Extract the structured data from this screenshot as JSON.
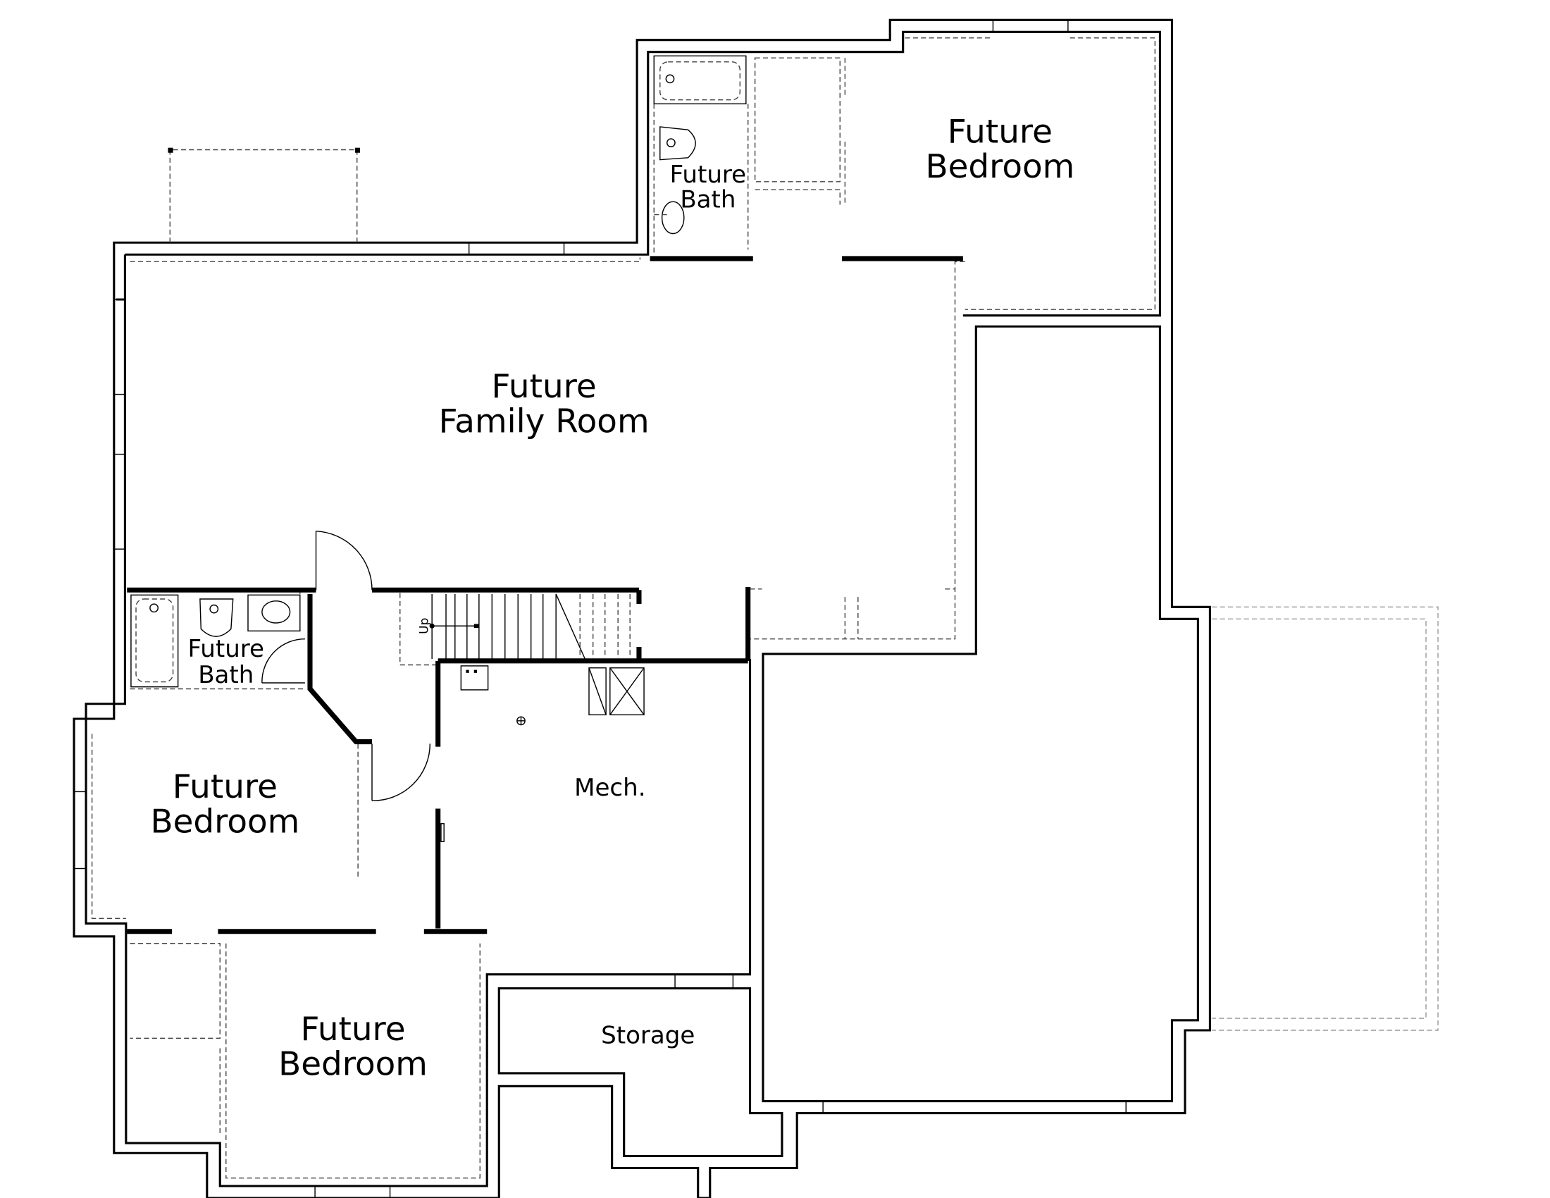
{
  "diagram": {
    "type": "floor-plan",
    "level": "basement",
    "rooms": [
      {
        "id": "family",
        "line1": "Future",
        "line2": "Family Room"
      },
      {
        "id": "bedroom_ne",
        "line1": "Future",
        "line2": "Bedroom"
      },
      {
        "id": "bath_n",
        "line1": "Future",
        "line2": "Bath"
      },
      {
        "id": "bath_w",
        "line1": "Future",
        "line2": "Bath"
      },
      {
        "id": "bedroom_w",
        "line1": "Future",
        "line2": "Bedroom"
      },
      {
        "id": "bedroom_s",
        "line1": "Future",
        "line2": "Bedroom"
      },
      {
        "id": "mech",
        "line1": "Mech."
      },
      {
        "id": "storage",
        "line1": "Storage"
      }
    ],
    "stairs": {
      "label": "Up"
    },
    "colors": {
      "walls": "#000000",
      "dashed": "#444444",
      "garage_outline": "#999999",
      "background": "#ffffff"
    }
  }
}
